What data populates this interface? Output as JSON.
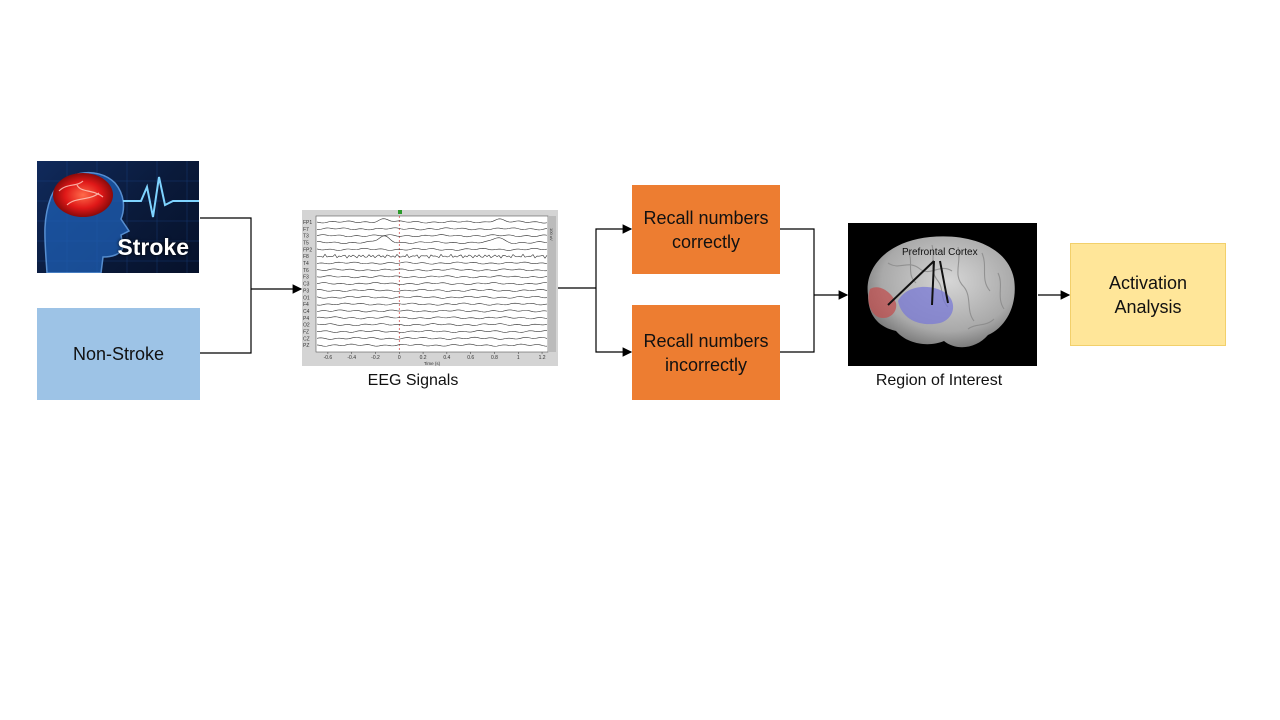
{
  "inputs": {
    "stroke_label": "Stroke",
    "non_stroke_label": "Non-Stroke"
  },
  "eeg": {
    "caption": "EEG Signals",
    "channels": [
      "FP1",
      "F7",
      "T3",
      "T5",
      "FP2",
      "F8",
      "T4",
      "T6",
      "F3",
      "C3",
      "P3",
      "O1",
      "F4",
      "C4",
      "P4",
      "O2",
      "FZ",
      "CZ",
      "PZ"
    ],
    "time_ticks": [
      "-0.6",
      "-0.4",
      "-0.2",
      "0",
      "0.2",
      "0.4",
      "0.6",
      "0.8",
      "1",
      "1.2"
    ],
    "time_label": "Time (s)",
    "scale_label": "100 uV"
  },
  "conditions": {
    "correct_label": "Recall numbers correctly",
    "incorrect_label": "Recall numbers incorrectly"
  },
  "roi": {
    "caption": "Region of Interest",
    "brain_label": "Prefrontal Cortex"
  },
  "output": {
    "activation_label": "Activation Analysis"
  },
  "colors": {
    "stroke_bg": "#0a1a3a",
    "non_stroke_box": "#9dc3e6",
    "condition_box": "#ed7d31",
    "activation_box": "#ffe699",
    "roi_bg": "#000000"
  }
}
